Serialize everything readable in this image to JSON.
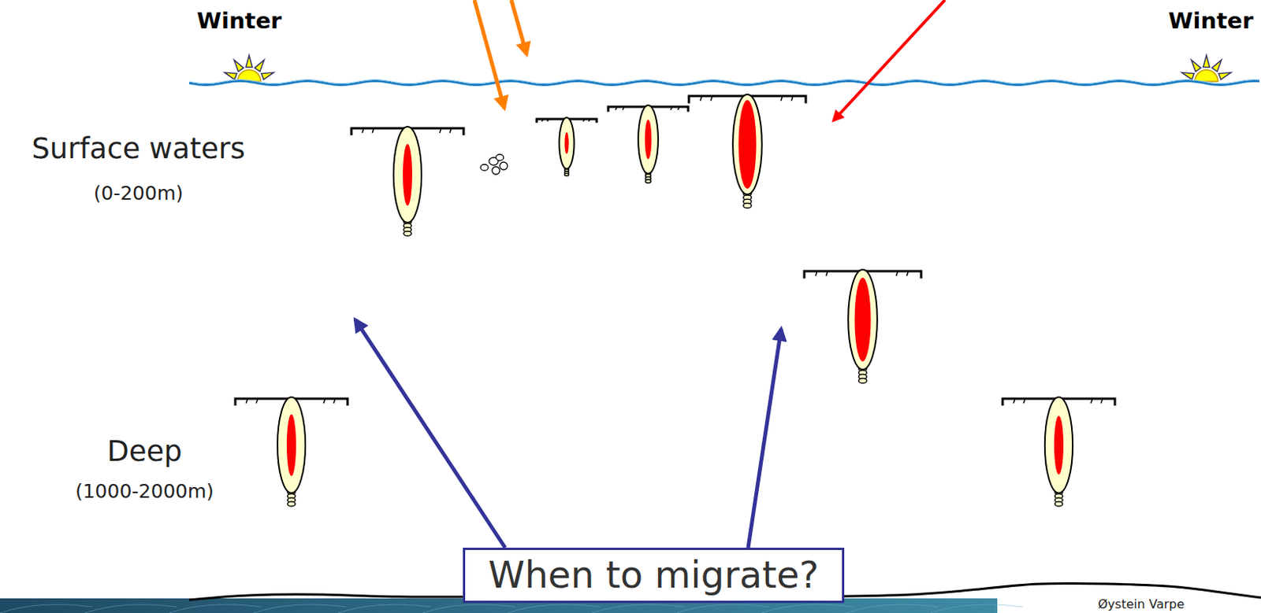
{
  "diagram": {
    "nodes": [
      {
        "text": [
          "When to migrate?"
        ]
      }
    ],
    "labels": [
      "Winter",
      "Winter",
      "Surface waters",
      "(0-200m)",
      "Deep",
      "(1000-2000m)",
      "Øystein Varpe"
    ]
  }
}
